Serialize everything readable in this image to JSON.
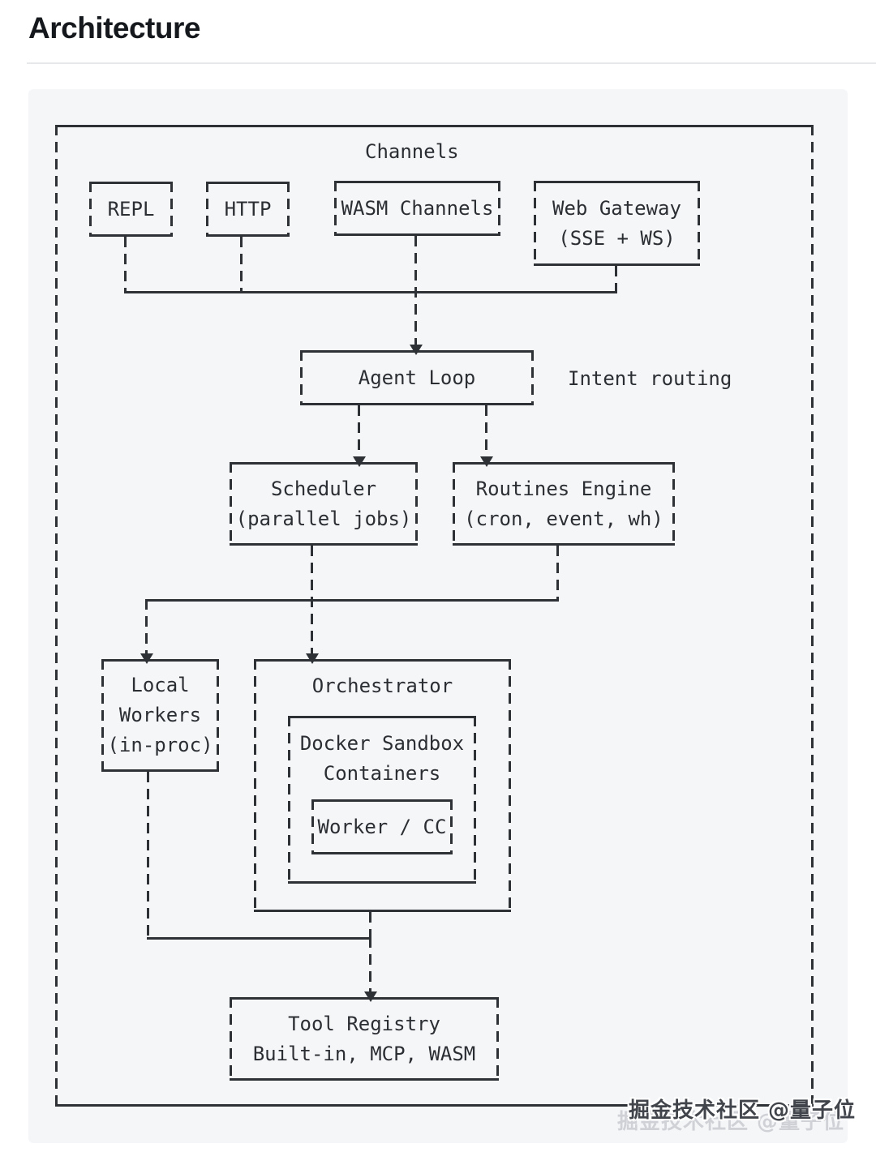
{
  "page": {
    "title": "Architecture"
  },
  "colors": {
    "line": "#2e3236",
    "text": "#2b2e33",
    "panel_bg": "#f5f6f8",
    "page_bg": "#ffffff",
    "title": "#15181c",
    "divider": "#e7e8ea",
    "watermark": "#41454b"
  },
  "diagram": {
    "channels_label": "Channels",
    "boxes": {
      "repl": {
        "label": "REPL"
      },
      "http": {
        "label": "HTTP"
      },
      "wasm_channels": {
        "label": "WASM Channels"
      },
      "web_gateway": {
        "lines": [
          "Web Gateway",
          "(SSE + WS)"
        ]
      },
      "agent_loop": {
        "label": "Agent Loop"
      },
      "scheduler": {
        "lines": [
          "Scheduler",
          "(parallel jobs)"
        ]
      },
      "routines_engine": {
        "lines": [
          "Routines Engine",
          "(cron, event, wh)"
        ]
      },
      "local_workers": {
        "lines": [
          "Local",
          "Workers",
          "(in-proc)"
        ]
      },
      "orchestrator": {
        "label": "Orchestrator"
      },
      "docker_sandbox": {
        "lines": [
          "Docker Sandbox",
          "Containers"
        ]
      },
      "worker_cc": {
        "label": "Worker / CC"
      },
      "tool_registry": {
        "lines": [
          "Tool Registry",
          "Built-in, MCP, WASM"
        ]
      }
    },
    "annotations": {
      "intent_routing": "Intent routing"
    }
  },
  "watermark": {
    "text": "掘金技术社区 @量子位"
  }
}
